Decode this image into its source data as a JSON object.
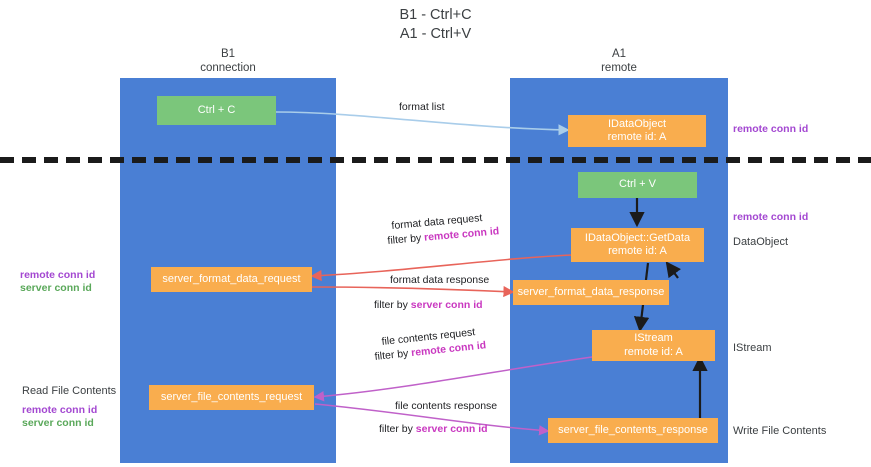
{
  "title": {
    "line1": "B1 - Ctrl+C",
    "line2": "A1 - Ctrl+V"
  },
  "columns": [
    {
      "name": "B1",
      "subtitle": "connection"
    },
    {
      "name": "A1",
      "subtitle": "remote"
    }
  ],
  "nodes": {
    "ctrl_c": {
      "label": "Ctrl + C",
      "color": "#7bc67b"
    },
    "ctrl_v": {
      "label": "Ctrl + V",
      "color": "#7bc67b"
    },
    "idataobject": {
      "label": "IDataObject",
      "sub": "remote id: A",
      "color": "#f9ad4e"
    },
    "idataobject_getdata": {
      "label": "IDataObject::GetData",
      "sub": "remote id: A",
      "color": "#f9ad4e"
    },
    "istream": {
      "label": "IStream",
      "sub": "remote id: A",
      "color": "#f9ad4e"
    },
    "server_format_data_request": {
      "label": "server_format_data_request",
      "color": "#f9ad4e"
    },
    "server_format_data_response": {
      "label": "server_format_data_response",
      "color": "#f9ad4e"
    },
    "server_file_contents_request": {
      "label": "server_file_contents_request",
      "color": "#f9ad4e"
    },
    "server_file_contents_response": {
      "label": "server_file_contents_response",
      "color": "#f9ad4e"
    }
  },
  "edge_labels": {
    "format_list": "format list",
    "format_data_request": "format data request",
    "format_data_request_filter_prefix": "filter by ",
    "format_data_request_filter_key": "remote conn id",
    "format_data_response": "format data response",
    "format_data_response_filter_prefix": "filter by ",
    "format_data_response_filter_key": "server conn id",
    "file_contents_request": "file contents request",
    "file_contents_request_filter_prefix": "filter by ",
    "file_contents_request_filter_key": "remote conn id",
    "file_contents_response": "file contents response",
    "file_contents_response_filter_prefix": "filter by ",
    "file_contents_response_filter_key": "server conn id"
  },
  "annotations": {
    "right_remote_conn_id_top": "remote conn id",
    "right_remote_conn_id_mid": "remote conn id",
    "right_dataobject": "DataObject",
    "right_istream": "IStream",
    "right_write_file_contents": "Write File Contents",
    "left_remote_conn_id": "remote conn id",
    "left_server_conn_id": "server conn id",
    "left_read_file_contents": "Read File Contents",
    "left_remote_conn_id_2": "remote conn id",
    "left_server_conn_id_2": "server conn id"
  },
  "colors": {
    "lane": "#4a7fd4",
    "green_node": "#7bc67b",
    "orange_node": "#f9ad4e",
    "purple": "#a347d1",
    "magenta": "#c938c0",
    "green_text": "#5aa85a",
    "arrow_blue": "#a9cdea",
    "arrow_red": "#e8645a",
    "arrow_magenta": "#c061c9",
    "arrow_black": "#1b1b1b",
    "divider": "#1b1b1b"
  }
}
